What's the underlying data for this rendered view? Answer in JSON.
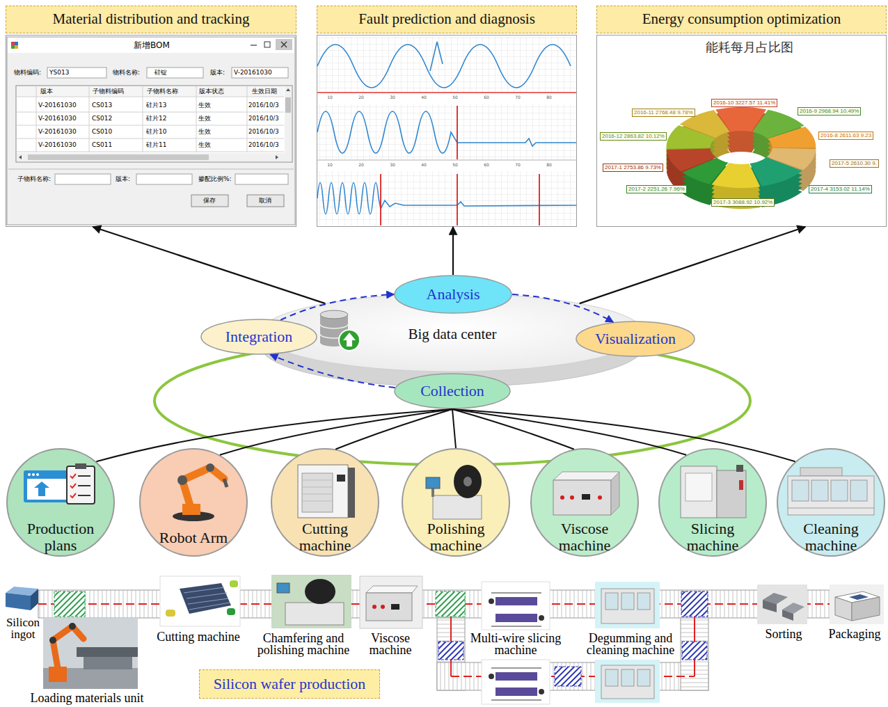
{
  "diagram": {
    "nodes": [
      {
        "text": [
          "Material distribution and tracking"
        ]
      },
      {
        "text": [
          "Fault prediction and diagnosis"
        ]
      },
      {
        "text": [
          "Energy consumption optimization"
        ]
      },
      {
        "text": [
          "Big data center"
        ]
      },
      {
        "text": [
          "Analysis"
        ]
      },
      {
        "text": [
          "Integration"
        ]
      },
      {
        "text": [
          "Visualization"
        ]
      },
      {
        "text": [
          "Collection"
        ]
      },
      {
        "text": [
          "Production plans"
        ]
      },
      {
        "text": [
          "Robot Arm"
        ]
      },
      {
        "text": [
          "Cutting machine"
        ]
      },
      {
        "text": [
          "Polishing machine"
        ]
      },
      {
        "text": [
          "Viscose machine"
        ]
      },
      {
        "text": [
          "Slicing machine"
        ]
      },
      {
        "text": [
          "Cleaning machine"
        ]
      },
      {
        "text": [
          "Silicon wafer production"
        ]
      }
    ],
    "edges": [
      {
        "from": 3,
        "to": 0,
        "arrow": "to"
      },
      {
        "from": 4,
        "to": 1,
        "arrow": "to"
      },
      {
        "from": 3,
        "to": 2,
        "arrow": "to"
      },
      {
        "from": 5,
        "to": 4,
        "arrow": "to"
      },
      {
        "from": 4,
        "to": 6,
        "arrow": "to"
      },
      {
        "from": 7,
        "to": 5,
        "arrow": "to"
      },
      {
        "from": 7,
        "to": 8,
        "arrow": "none"
      },
      {
        "from": 7,
        "to": 9,
        "arrow": "none"
      },
      {
        "from": 7,
        "to": 10,
        "arrow": "none"
      },
      {
        "from": 7,
        "to": 11,
        "arrow": "none"
      },
      {
        "from": 7,
        "to": 12,
        "arrow": "none"
      },
      {
        "from": 7,
        "to": 13,
        "arrow": "none"
      },
      {
        "from": 7,
        "to": 14,
        "arrow": "none"
      }
    ],
    "labels": [
      "新增BOM",
      "物料编码:",
      "YS013",
      "物料名称:",
      "硅锭",
      "版本:",
      "V-20161030",
      "版本",
      "子物料编码",
      "子物料名称",
      "版本状态",
      "生效日期",
      "V-20161030",
      "CS013",
      "硅片13",
      "生效",
      "2016/10/3",
      "V-20161030",
      "CS012",
      "硅片12",
      "生效",
      "2016/10/3",
      "V-20161030",
      "CS010",
      "硅片10",
      "生效",
      "2016/10/3",
      "V-20161030",
      "CS011",
      "硅片11",
      "生效",
      "2016/10/3",
      "子物料名称:",
      "版本:",
      "掺配比例%:",
      "保存",
      "取消",
      "10",
      "20",
      "30",
      "40",
      "50",
      "60",
      "70",
      "80",
      "10",
      "20",
      "30",
      "40",
      "50",
      "60",
      "70",
      "80",
      "能耗每月占比图",
      "2016-10 3227.57 11.41%",
      "2016-11 2768.48 9.78%",
      "2016-9 2968.94 10.49%",
      "2016-12 2863.82 10.12%",
      "2016-8 2611.63 9.23",
      "2017-5 2610.30 9.",
      "2017-1 2753.86 9.73%",
      "2017-2 2251.26 7.96%",
      "2017-4 3153.02 11.14%",
      "2017-3 3088.92 10.92%",
      "Silicon ingot",
      "Loading materials unit",
      "Cutting machine",
      "Chamfering and polishing machine",
      "Viscose machine",
      "Multi-wire slicing machine",
      "Degumming and cleaning machine",
      "Sorting",
      "Packaging"
    ]
  }
}
